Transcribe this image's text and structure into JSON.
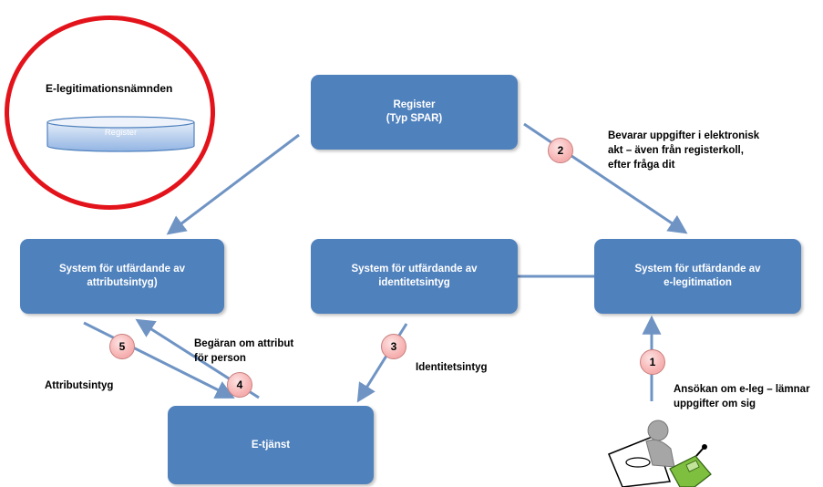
{
  "org": {
    "title": "E-legitimationsnämnden",
    "db_label": "Register"
  },
  "boxes": {
    "register": {
      "line1": "Register",
      "line2": "(Typ SPAR)"
    },
    "attribut": {
      "line1": "System för utfärdande  av",
      "line2": "attributsintyg)"
    },
    "identitet": {
      "line1": "System för utfärdande  av",
      "line2": "identitetsintyg"
    },
    "eleg": {
      "line1": "System för utfärdande  av",
      "line2": "e-legitimation"
    },
    "etjanst": {
      "line1": "E-tjänst"
    }
  },
  "steps": [
    "1",
    "2",
    "3",
    "4",
    "5"
  ],
  "labels": {
    "step2_line1": "Bevarar uppgifter i elektronisk",
    "step2_line2": "akt – även från registerkoll,",
    "step2_line3": "efter fråga dit",
    "step4_line1": "Begäran  om attribut",
    "step4_line2": "för person",
    "step5": "Attributsintyg",
    "step3": "Identitetsintyg",
    "step1_line1": "Ansökan om e-leg – lämnar",
    "step1_line2": "uppgifter om sig"
  },
  "colors": {
    "box": "#4f81bd",
    "arrow": "#6f94c4",
    "circle_border": "#e3131b",
    "badge": "#f7b3b3"
  }
}
